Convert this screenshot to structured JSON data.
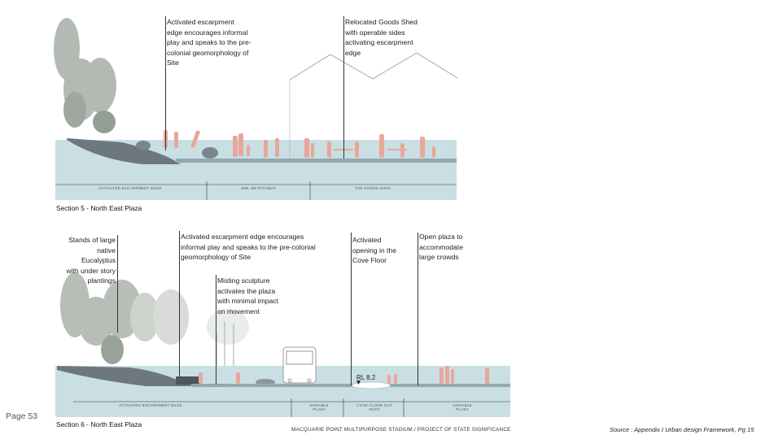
{
  "section5": {
    "title": "Section 5 - North East Plaza",
    "annotations": {
      "escarpment": "Activated escarpment\nedge encourages informal\nplay and speaks to the pre-\ncolonial geomorphology of\nSite",
      "goods_shed": "Relocated Goods Shed\nwith operable sides\nactivating escarpment\nedge"
    },
    "zones": {
      "escarpment": "ACTIVATED ESCARPMENT EDGE",
      "pathway": "MIN. 6M PATHWAY",
      "shed": "THE GOODS SHED"
    }
  },
  "section6": {
    "title": "Section 6 - North East Plaza",
    "annotations": {
      "eucalyptus": "Stands of large\nnative Eucalyptus\nwith under story\nplantings",
      "escarpment": "Activated escarpment edge encourages\ninformal play and speaks to the pre-colonial\ngeomorphology of Site",
      "misting": "Misting sculpture\nactivates the plaza\nwith minimal impact\non movement",
      "cove_floor": "Activated\nopening in the\nCove Floor",
      "open_plaza": "Open plaza to\naccommodate\nlarge crowds"
    },
    "level_marker": "RL 8.2",
    "zones": {
      "escarpment": "ACTIVATED ESCARPMENT EDGE",
      "variable_plaza_1": "VARIABLE PLAZA",
      "cove_floor": "COVE FLOOR CUT OUTS",
      "variable_plaza_2": "VARIABLE PLAZA"
    }
  },
  "footer": {
    "page_number": "Page 53",
    "project": "MACQUARIE POINT MULTIPURPOSE STADIUM / PROJECT OF STATE SIGNIFICANCE",
    "source": "Source : Appendix I Urban design Framework, Pg 15"
  },
  "colors": {
    "ground": "#c9dfe3",
    "ground_edge": "#8fa9b0",
    "people": "#e8a79a",
    "rock": "#6d7780",
    "tree": "#9aa39a"
  }
}
